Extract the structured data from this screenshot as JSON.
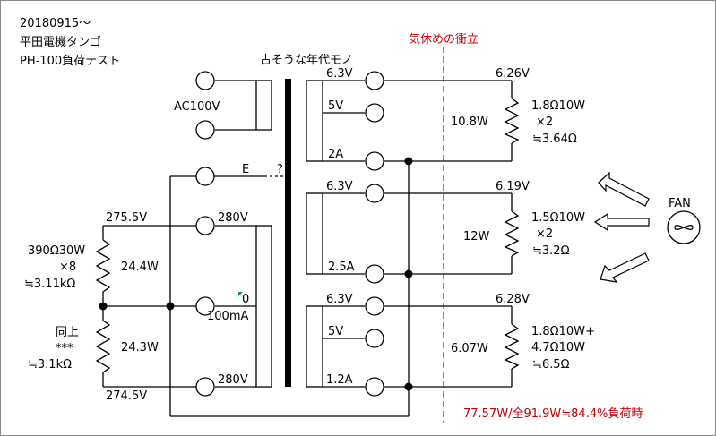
{
  "header": {
    "line1": "20180915～",
    "line2": "平田電機タンゴ",
    "line3": "PH-100負荷テスト"
  },
  "transformer": {
    "label": "古そうな年代モノ"
  },
  "primary": {
    "ac_label": "AC100V",
    "e_label": "E",
    "q_label": "?",
    "tap_280_top": "280V",
    "tap_0": "0",
    "tap_100ma": "100mA",
    "tap_280_bottom": "280V"
  },
  "hv_load": {
    "v_top": "275.5V",
    "v_bottom": "274.5V",
    "r1_label1": "390Ω30W",
    "r1_label2": "×8",
    "r1_label3": "≒3.11kΩ",
    "r1_watts": "24.4W",
    "r2_label1": "同上",
    "r2_label2": "***",
    "r2_label3": "≒3.1kΩ",
    "r2_watts": "24.3W"
  },
  "heaters": [
    {
      "tap_63": "6.3V",
      "tap_5": "5V",
      "tap_current": "2A",
      "measured": "6.26V",
      "watts": "10.8W",
      "res1": "1.8Ω10W",
      "res2": "×2",
      "res3": "≒3.64Ω"
    },
    {
      "tap_63": "6.3V",
      "tap_current": "2.5A",
      "measured": "6.19V",
      "watts": "12W",
      "res1": "1.5Ω10W",
      "res2": "×2",
      "res3": "≒3.2Ω"
    },
    {
      "tap_63": "6.3V",
      "tap_5": "5V",
      "tap_current": "1.2A",
      "measured": "6.28V",
      "watts": "6.07W",
      "res1": "1.8Ω10W+",
      "res2": "4.7Ω10W",
      "res3": "≒6.5Ω"
    }
  ],
  "notes": {
    "placebo_label": "気休めの衝立",
    "summary": "77.57W/全91.9W≒84.4%負荷時",
    "fan_label": "FAN"
  },
  "colors": {
    "accent_red": "#c00000",
    "wire": "#000000"
  }
}
